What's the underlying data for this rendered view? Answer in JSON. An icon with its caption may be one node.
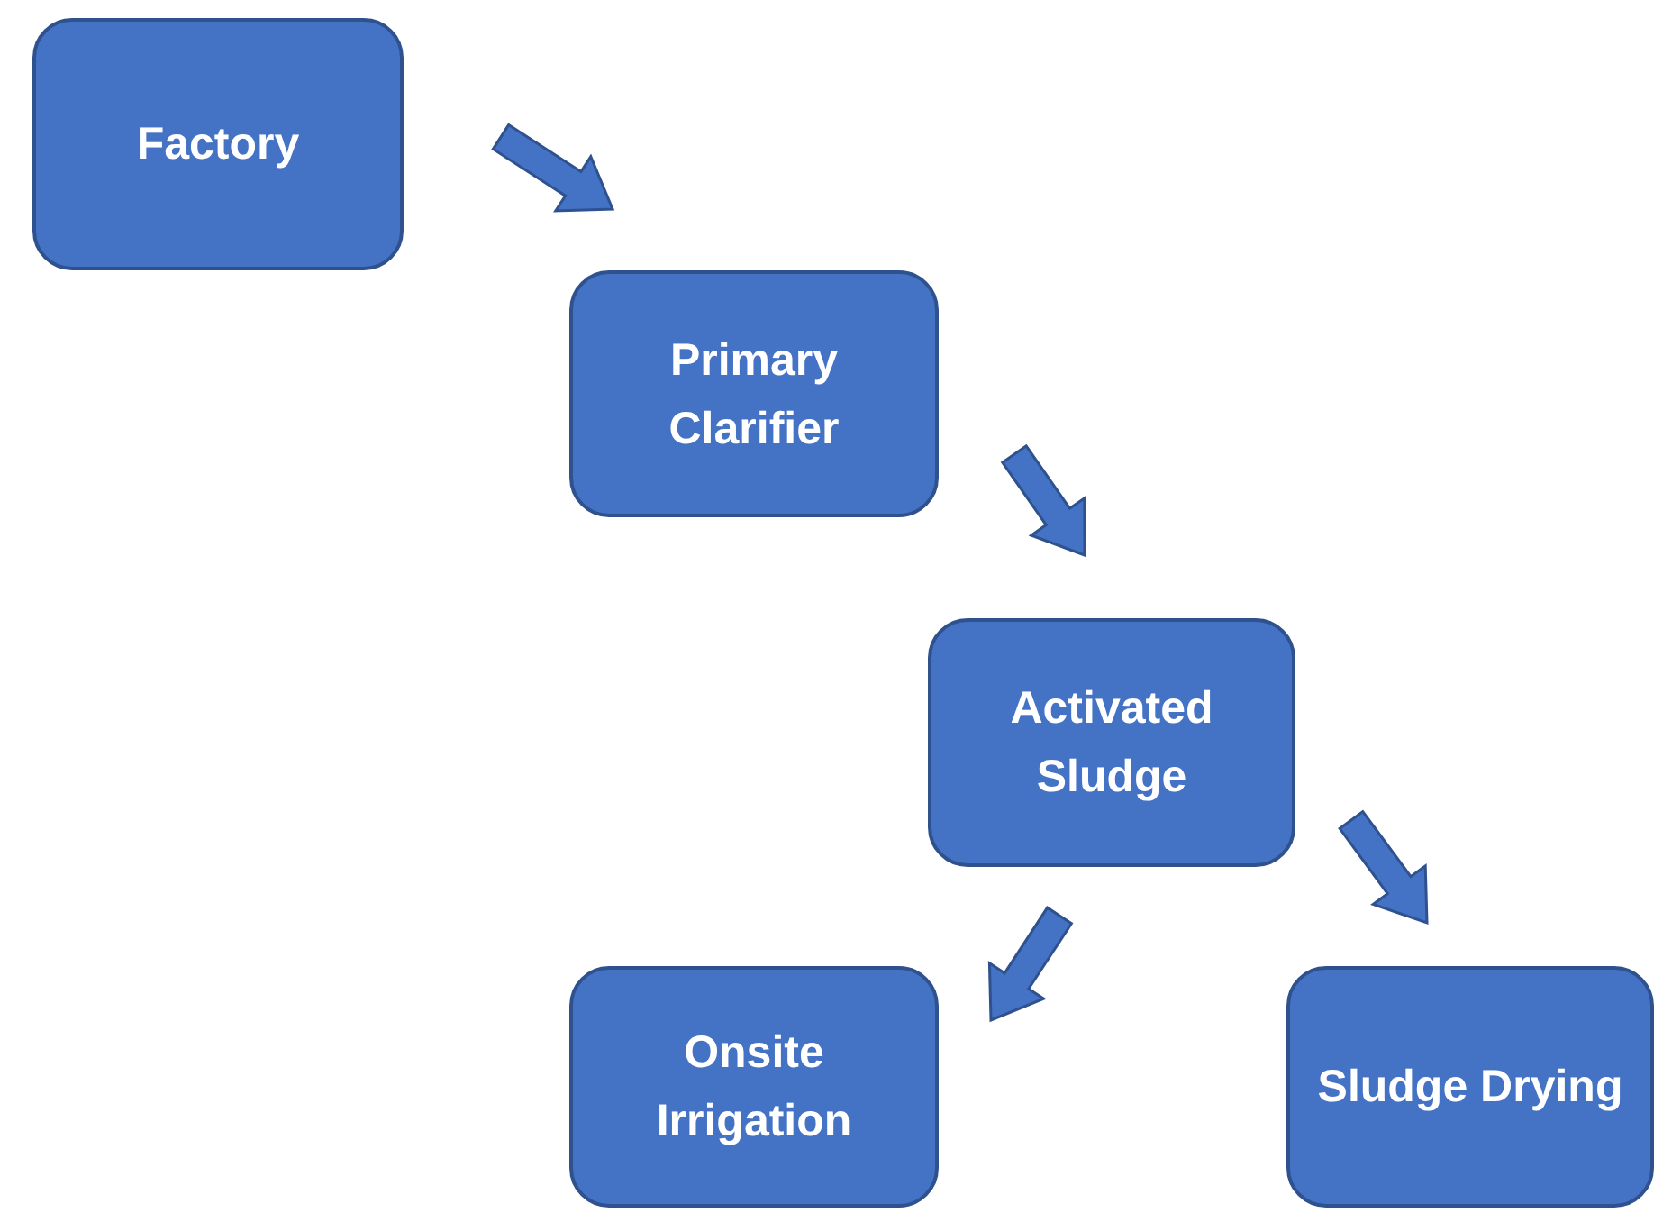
{
  "diagram": {
    "nodes": [
      {
        "text": [
          "Factory"
        ]
      },
      {
        "text": [
          "Primary Clarifier"
        ]
      },
      {
        "text": [
          "Activated Sludge"
        ]
      },
      {
        "text": [
          "Onsite Irrigation"
        ]
      },
      {
        "text": [
          "Sludge Drying"
        ]
      }
    ],
    "edges": [
      {
        "from": 0,
        "to": 1,
        "arrow": "to"
      },
      {
        "from": 1,
        "to": 2,
        "arrow": "to"
      },
      {
        "from": 2,
        "to": 4,
        "arrow": "to"
      },
      {
        "from": 2,
        "to": 3,
        "arrow": "to"
      }
    ]
  }
}
